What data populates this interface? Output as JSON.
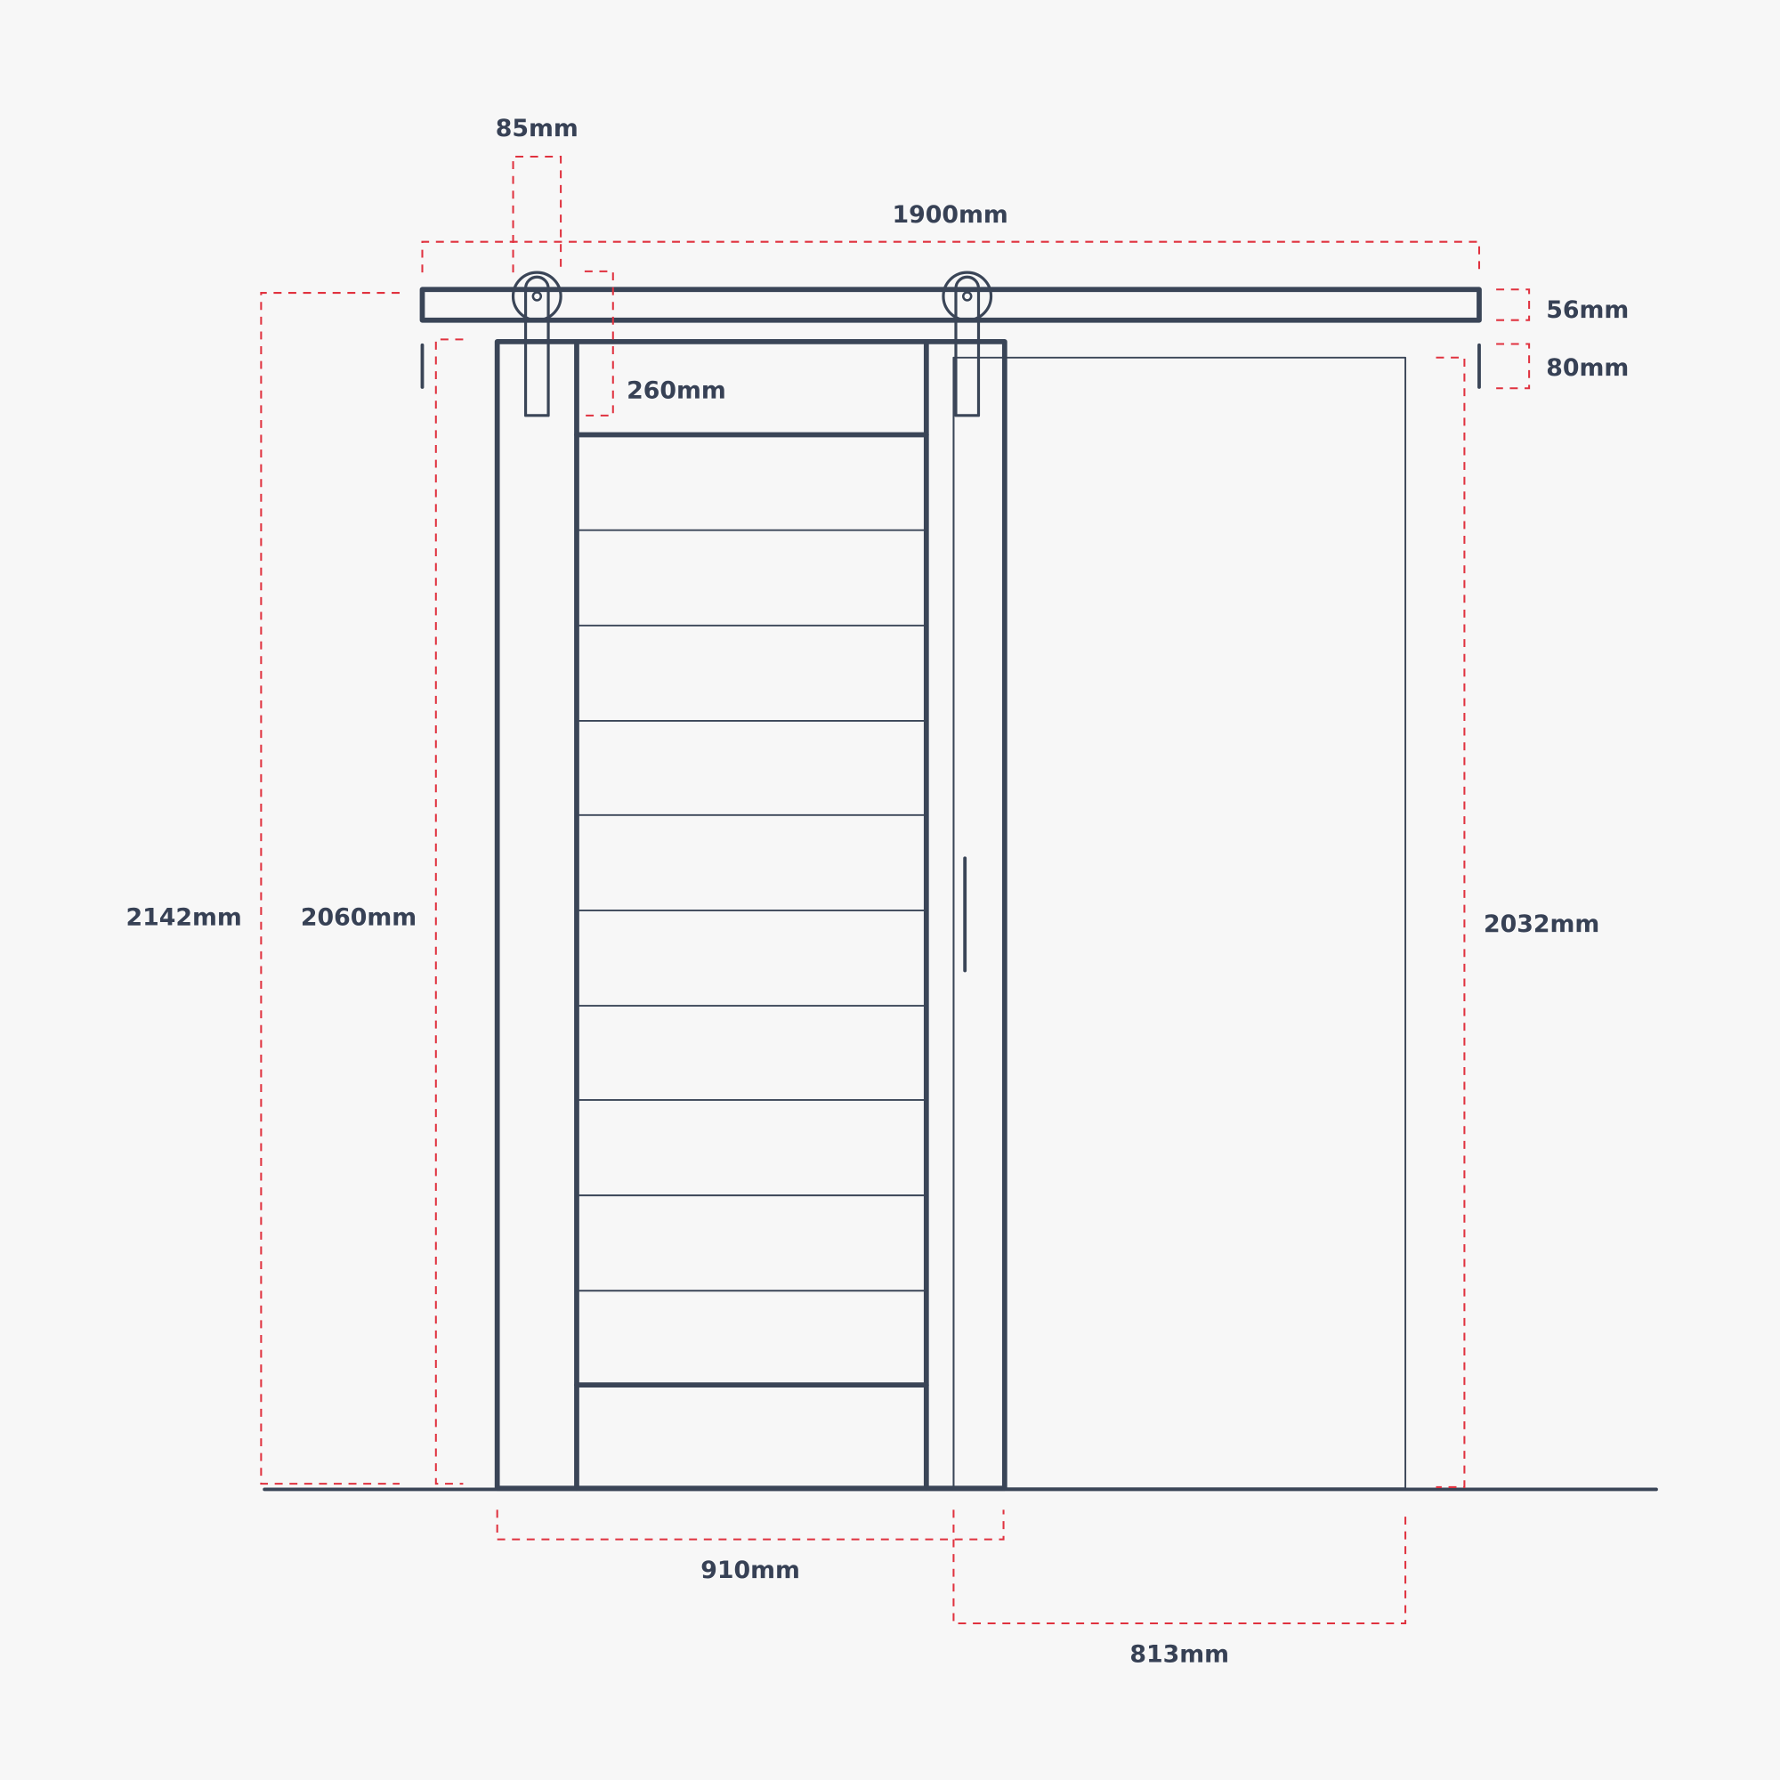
{
  "diagram": {
    "title": "Sliding barn door dimensions",
    "colors": {
      "line": "#3a4557",
      "dimension": "#e0323f",
      "background": "#f7f7f7",
      "text": "#374155"
    },
    "dimensions": {
      "roller_width": "85mm",
      "rail_length": "1900mm",
      "rail_height": "56mm",
      "rail_gap": "80mm",
      "hanger_height": "260mm",
      "total_height": "2142mm",
      "door_height": "2060mm",
      "opening_height": "2032mm",
      "door_width": "910mm",
      "opening_width": "813mm"
    }
  }
}
